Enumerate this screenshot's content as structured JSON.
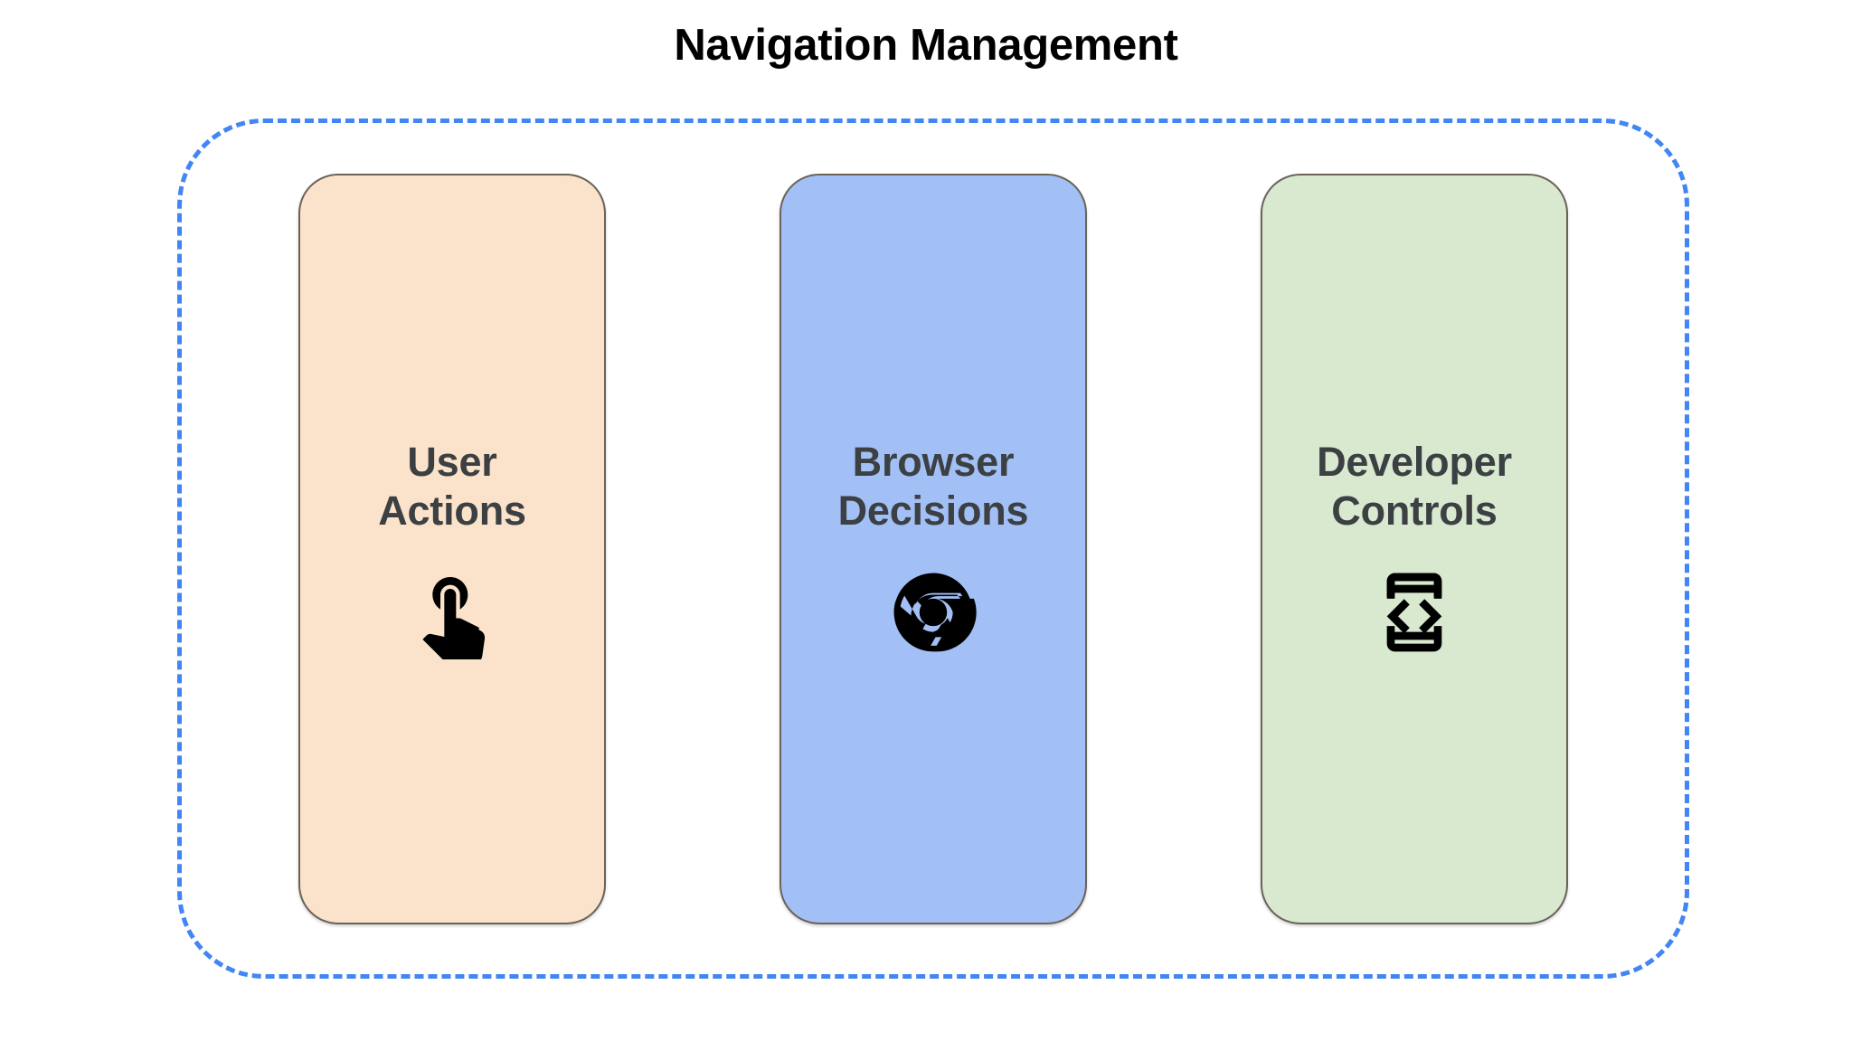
{
  "title": "Navigation Management",
  "colors": {
    "group_border": "#4285f4",
    "card_border": "#6b6259",
    "label_text": "#3c4043",
    "title_text": "#000000",
    "background": "#ffffff",
    "card_user_actions_bg": "#fbe3cb",
    "card_browser_decisions_bg": "#a2c0f6",
    "card_developer_controls_bg": "#d8e9cf",
    "icon_color": "#000000"
  },
  "group": {
    "name": "navigation-management-group",
    "border_style": "dashed"
  },
  "cards": [
    {
      "id": "user-actions",
      "label": "User\nActions",
      "label_line1": "User",
      "label_line2": "Actions",
      "background": "#fbe3cb",
      "icon": "touch-app-icon"
    },
    {
      "id": "browser-decisions",
      "label": "Browser\nDecisions",
      "label_line1": "Browser",
      "label_line2": "Decisions",
      "background": "#a2c0f6",
      "icon": "chrome-logo-icon"
    },
    {
      "id": "developer-controls",
      "label": "Developer\nControls",
      "label_line1": "Developer",
      "label_line2": "Controls",
      "background": "#d8e9cf",
      "icon": "developer-mode-icon"
    }
  ]
}
